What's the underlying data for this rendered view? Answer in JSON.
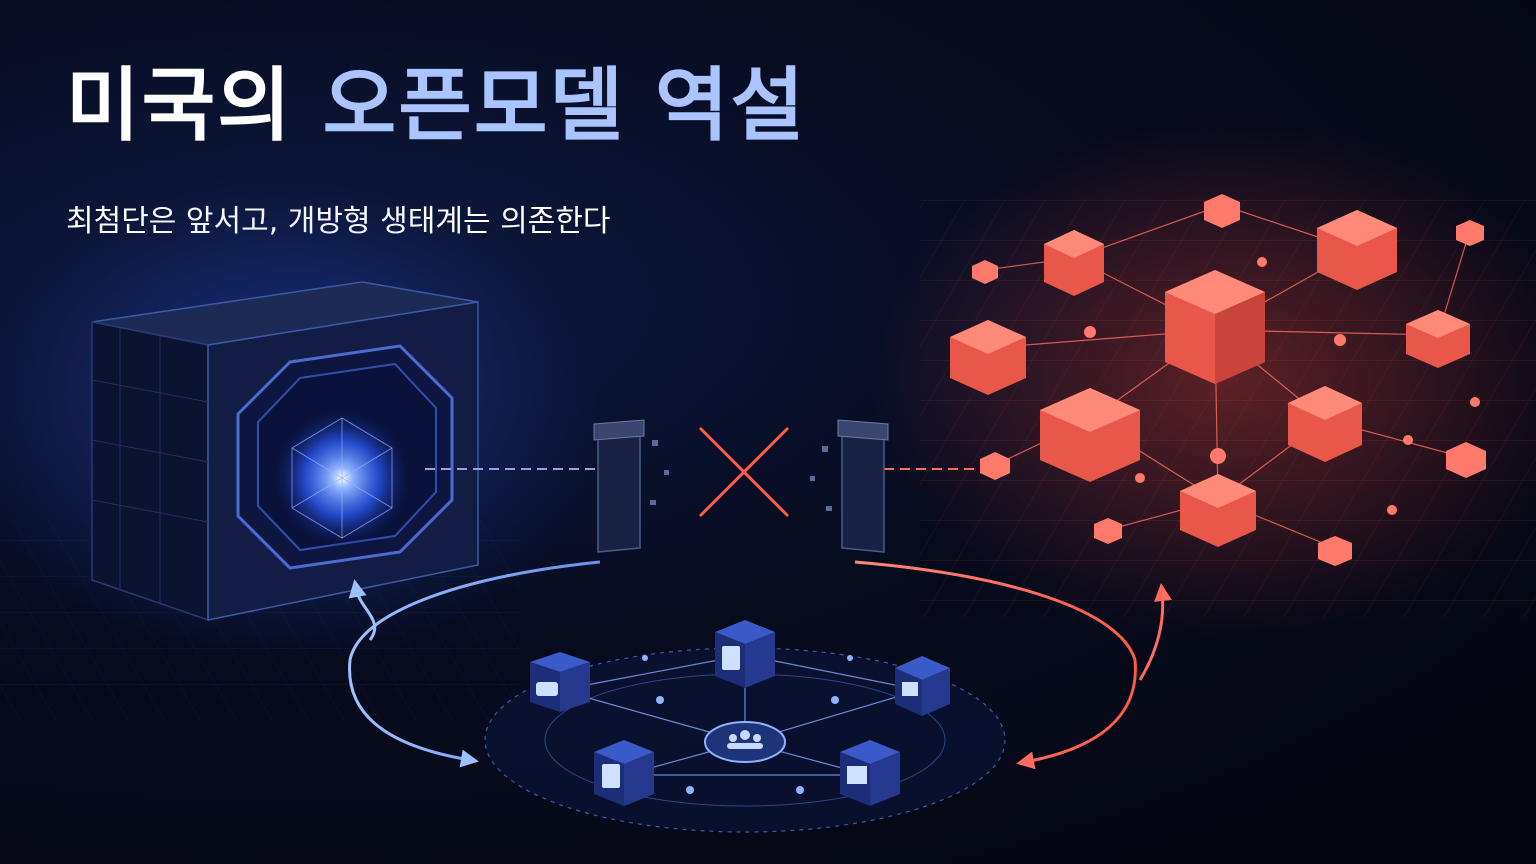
{
  "headline": {
    "part1": "미국의 ",
    "part2": "오픈모델 역설"
  },
  "subheadline": "최첨단은 앞서고, 개방형 생태계는 의존한다",
  "colors": {
    "title_white": "#ffffff",
    "title_accent": "#a9c4ff",
    "closed_blue": "#3d7bff",
    "open_red": "#ff6b5f"
  },
  "icons": [
    "closed-model-vault-icon",
    "neural-core-icon",
    "broken-gate-icon",
    "blocked-x-icon",
    "red-open-network-icon",
    "chat-app-icon",
    "document-icon",
    "package-icon",
    "report-icon",
    "dashboard-icon",
    "community-icon"
  ]
}
